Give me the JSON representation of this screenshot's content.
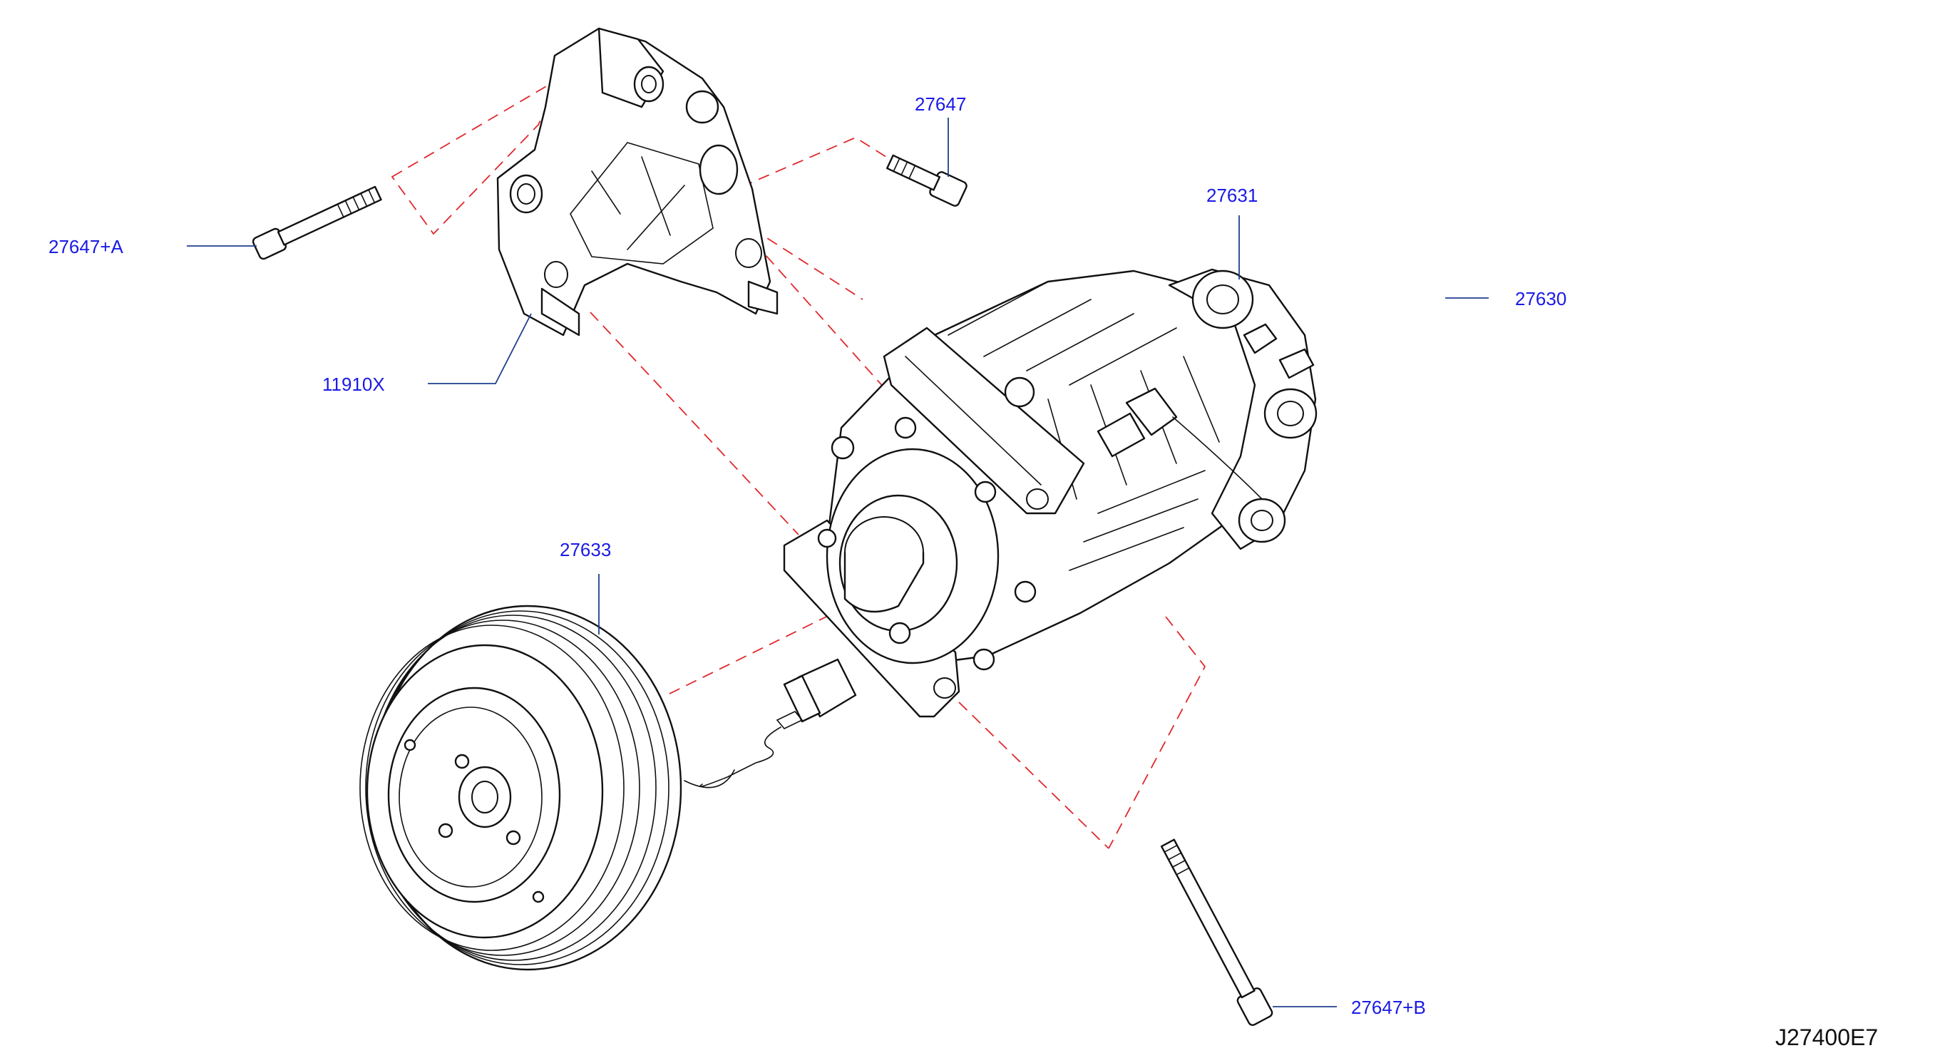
{
  "diagram": {
    "drawing_code": "J27400E7",
    "parts": [
      {
        "id": "bolt_a",
        "label": "27647+A",
        "icon": "bolt-icon"
      },
      {
        "id": "bracket",
        "label": "11910X",
        "icon": "bracket-icon"
      },
      {
        "id": "bolt",
        "label": "27647",
        "icon": "bolt-icon"
      },
      {
        "id": "compressor_body",
        "label": "27631",
        "icon": "compressor-icon"
      },
      {
        "id": "compressor_assembly",
        "label": "27630",
        "icon": "compressor-assembly-icon"
      },
      {
        "id": "clutch",
        "label": "27633",
        "icon": "clutch-pulley-icon"
      },
      {
        "id": "bolt_b",
        "label": "27647+B",
        "icon": "bolt-icon"
      }
    ]
  },
  "colors": {
    "label": "#1a1ae6",
    "leader": "#1f3f8f",
    "dashed": "#e0282c",
    "linework": "#111111",
    "code": "#111111"
  }
}
